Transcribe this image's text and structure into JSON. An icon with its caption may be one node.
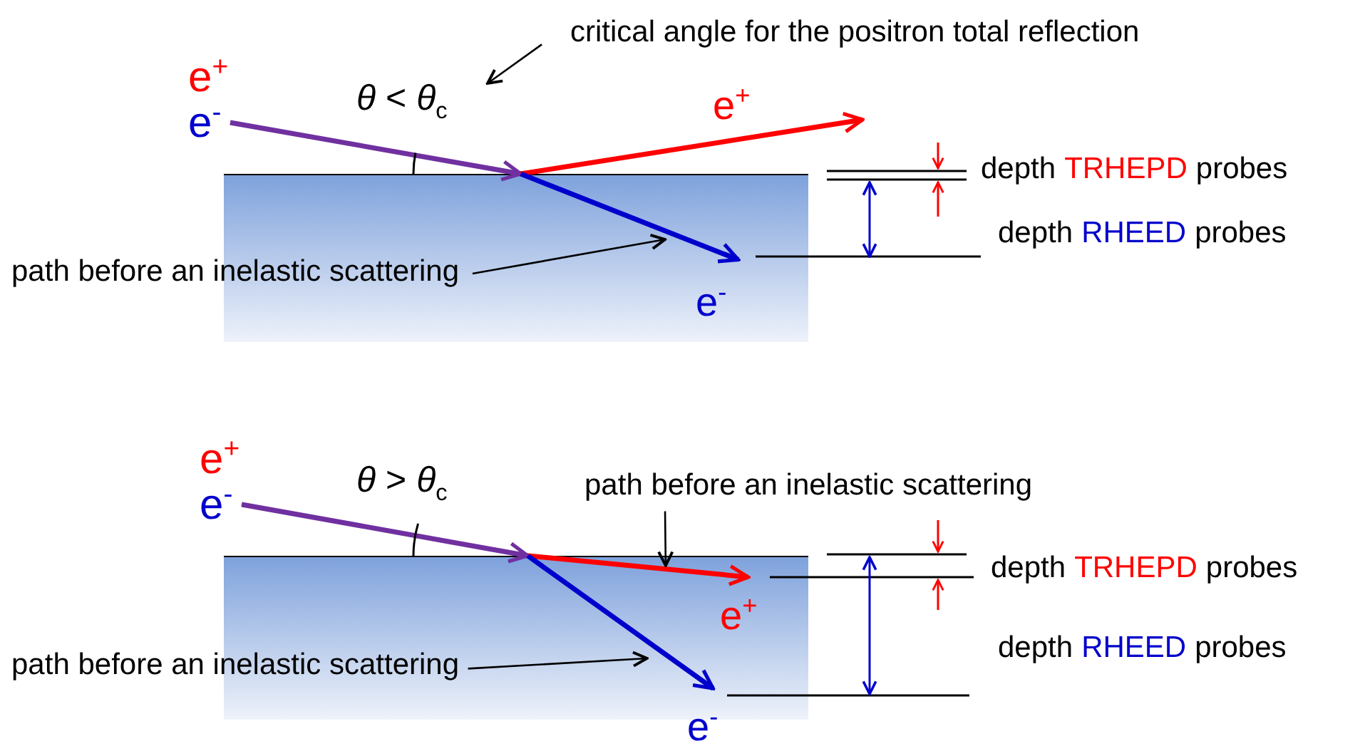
{
  "diagram": {
    "nodes": [
      {
        "text": [
          "e$^{+}$",
          "e$^{-}$"
        ]
      },
      {
        "text": [
          "*θ* < *θ*$_{c}$"
        ]
      },
      {
        "text": [
          "critical angle for the positron total reflection"
        ]
      },
      {
        "text": [],
        "shape": "box"
      },
      {
        "text": [
          "path before an inelastic scattering"
        ]
      },
      {
        "text": [
          "e$^{+}$",
          "e$^{-}$"
        ]
      },
      {
        "text": [
          "*θ* > *θ*$_{c}$"
        ]
      },
      {
        "text": [
          "path before an inelastic scattering"
        ]
      },
      {
        "text": [],
        "shape": "box"
      },
      {
        "text": [
          "path before an inelastic scattering"
        ]
      }
    ],
    "edges": [
      {
        "from": 0,
        "to": 3,
        "arrow": "to",
        "color": "#7030a0"
      },
      {
        "from": 3,
        "to": null,
        "arrow": "to",
        "label": "e$^{+}$",
        "color": "#ff0000"
      },
      {
        "from": null,
        "to": 3,
        "arrow": "to",
        "label": "e$^{-}$",
        "color": "#0000cc"
      },
      {
        "from": 2,
        "to": 1,
        "arrow": "to",
        "color": "#000000"
      },
      {
        "from": 4,
        "to": 3,
        "arrow": "to",
        "color": "#000000"
      },
      {
        "from": 5,
        "to": 8,
        "arrow": "to",
        "color": "#7030a0"
      },
      {
        "from": null,
        "to": 8,
        "arrow": "to",
        "label": "e$^{+}$",
        "color": "#ff0000"
      },
      {
        "from": null,
        "to": 8,
        "arrow": "to",
        "label": "e$^{-}$",
        "color": "#0000cc"
      },
      {
        "from": 7,
        "to": 8,
        "arrow": "to",
        "color": "#000000"
      },
      {
        "from": 9,
        "to": 8,
        "arrow": "to",
        "color": "#000000"
      }
    ],
    "labels": [
      "depth",
      "TRHEPD",
      "probes",
      "depth",
      "RHEED",
      "probes",
      "depth",
      "TRHEPD",
      "probes",
      "depth",
      "RHEED",
      "probes"
    ]
  }
}
